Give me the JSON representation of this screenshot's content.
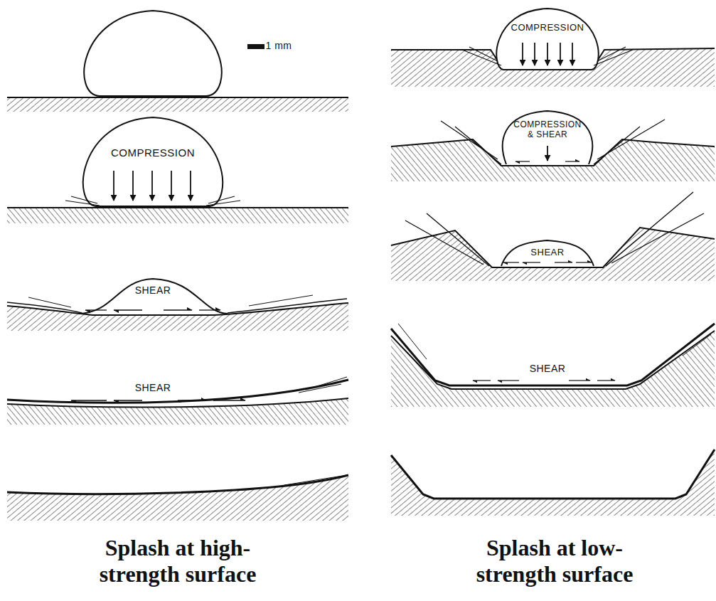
{
  "diagram": {
    "labels": [
      "1 mm",
      "COMPRESSION",
      "SHEAR",
      "SHEAR",
      "COMPRESSION",
      "COMPRESSION & SHEAR",
      "SHEAR",
      "SHEAR",
      "Splash at high-strength surface",
      "Splash at low-strength surface"
    ]
  }
}
